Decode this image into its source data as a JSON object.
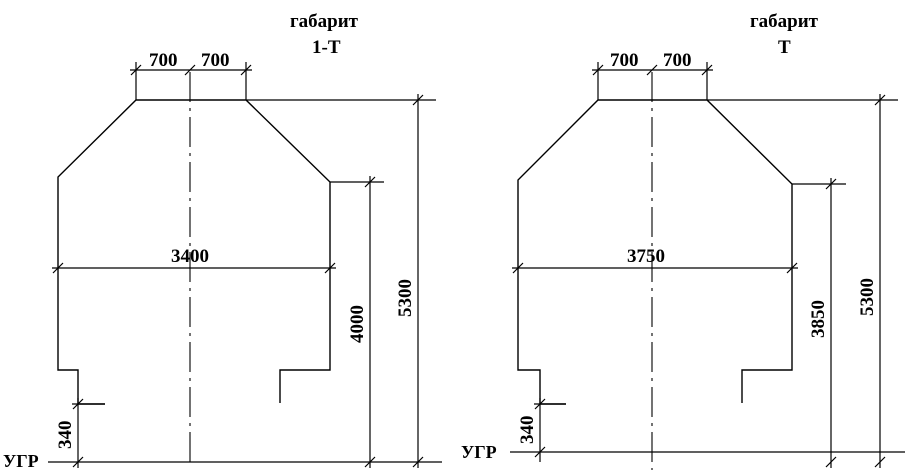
{
  "diagrams": [
    {
      "title_line1": "габарит",
      "title_line2": "1-Т",
      "top_left_dim": "700",
      "top_right_dim": "700",
      "width_dim": "3400",
      "side_height_dim": "4000",
      "total_height_dim": "5300",
      "step_height_dim": "340",
      "base_label": "УГР"
    },
    {
      "title_line1": "габарит",
      "title_line2": "Т",
      "top_left_dim": "700",
      "top_right_dim": "700",
      "width_dim": "3750",
      "side_height_dim": "3850",
      "total_height_dim": "5300",
      "step_height_dim": "340",
      "base_label": "УГР"
    }
  ]
}
